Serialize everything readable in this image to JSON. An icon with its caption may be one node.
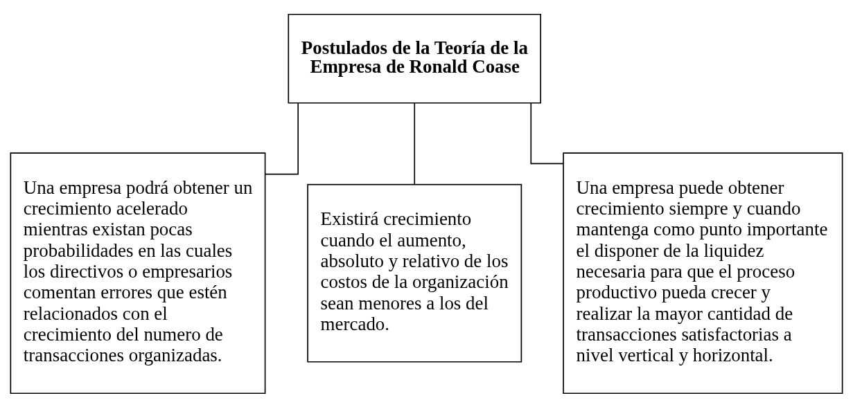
{
  "diagram": {
    "nodes": [
      {
        "text": [
          "Postulados de la Teoría de la Empresa de Ronald Coase"
        ]
      },
      {
        "text": [
          "Una empresa podrá obtener un crecimiento acelerado mientras existan pocas probabilidades en las cuales los directivos o empresarios comentan errores que estén relacionados con el crecimiento del numero de transacciones organizadas."
        ]
      },
      {
        "text": [
          "Existirá crecimiento cuando el aumento, absoluto y relativo de los costos de la organización sean menores a los del mercado."
        ]
      },
      {
        "text": [
          "Una empresa puede obtener crecimiento siempre y cuando mantenga como punto importante el disponer de la liquidez necesaria para que el proceso productivo pueda crecer y realizar la mayor cantidad de transacciones satisfactorias a nivel vertical y horizontal."
        ]
      }
    ],
    "edges": [
      {
        "from": 0,
        "to": 1,
        "arrow": "none"
      },
      {
        "from": 0,
        "to": 2,
        "arrow": "none"
      },
      {
        "from": 0,
        "to": 3,
        "arrow": "none"
      }
    ]
  }
}
